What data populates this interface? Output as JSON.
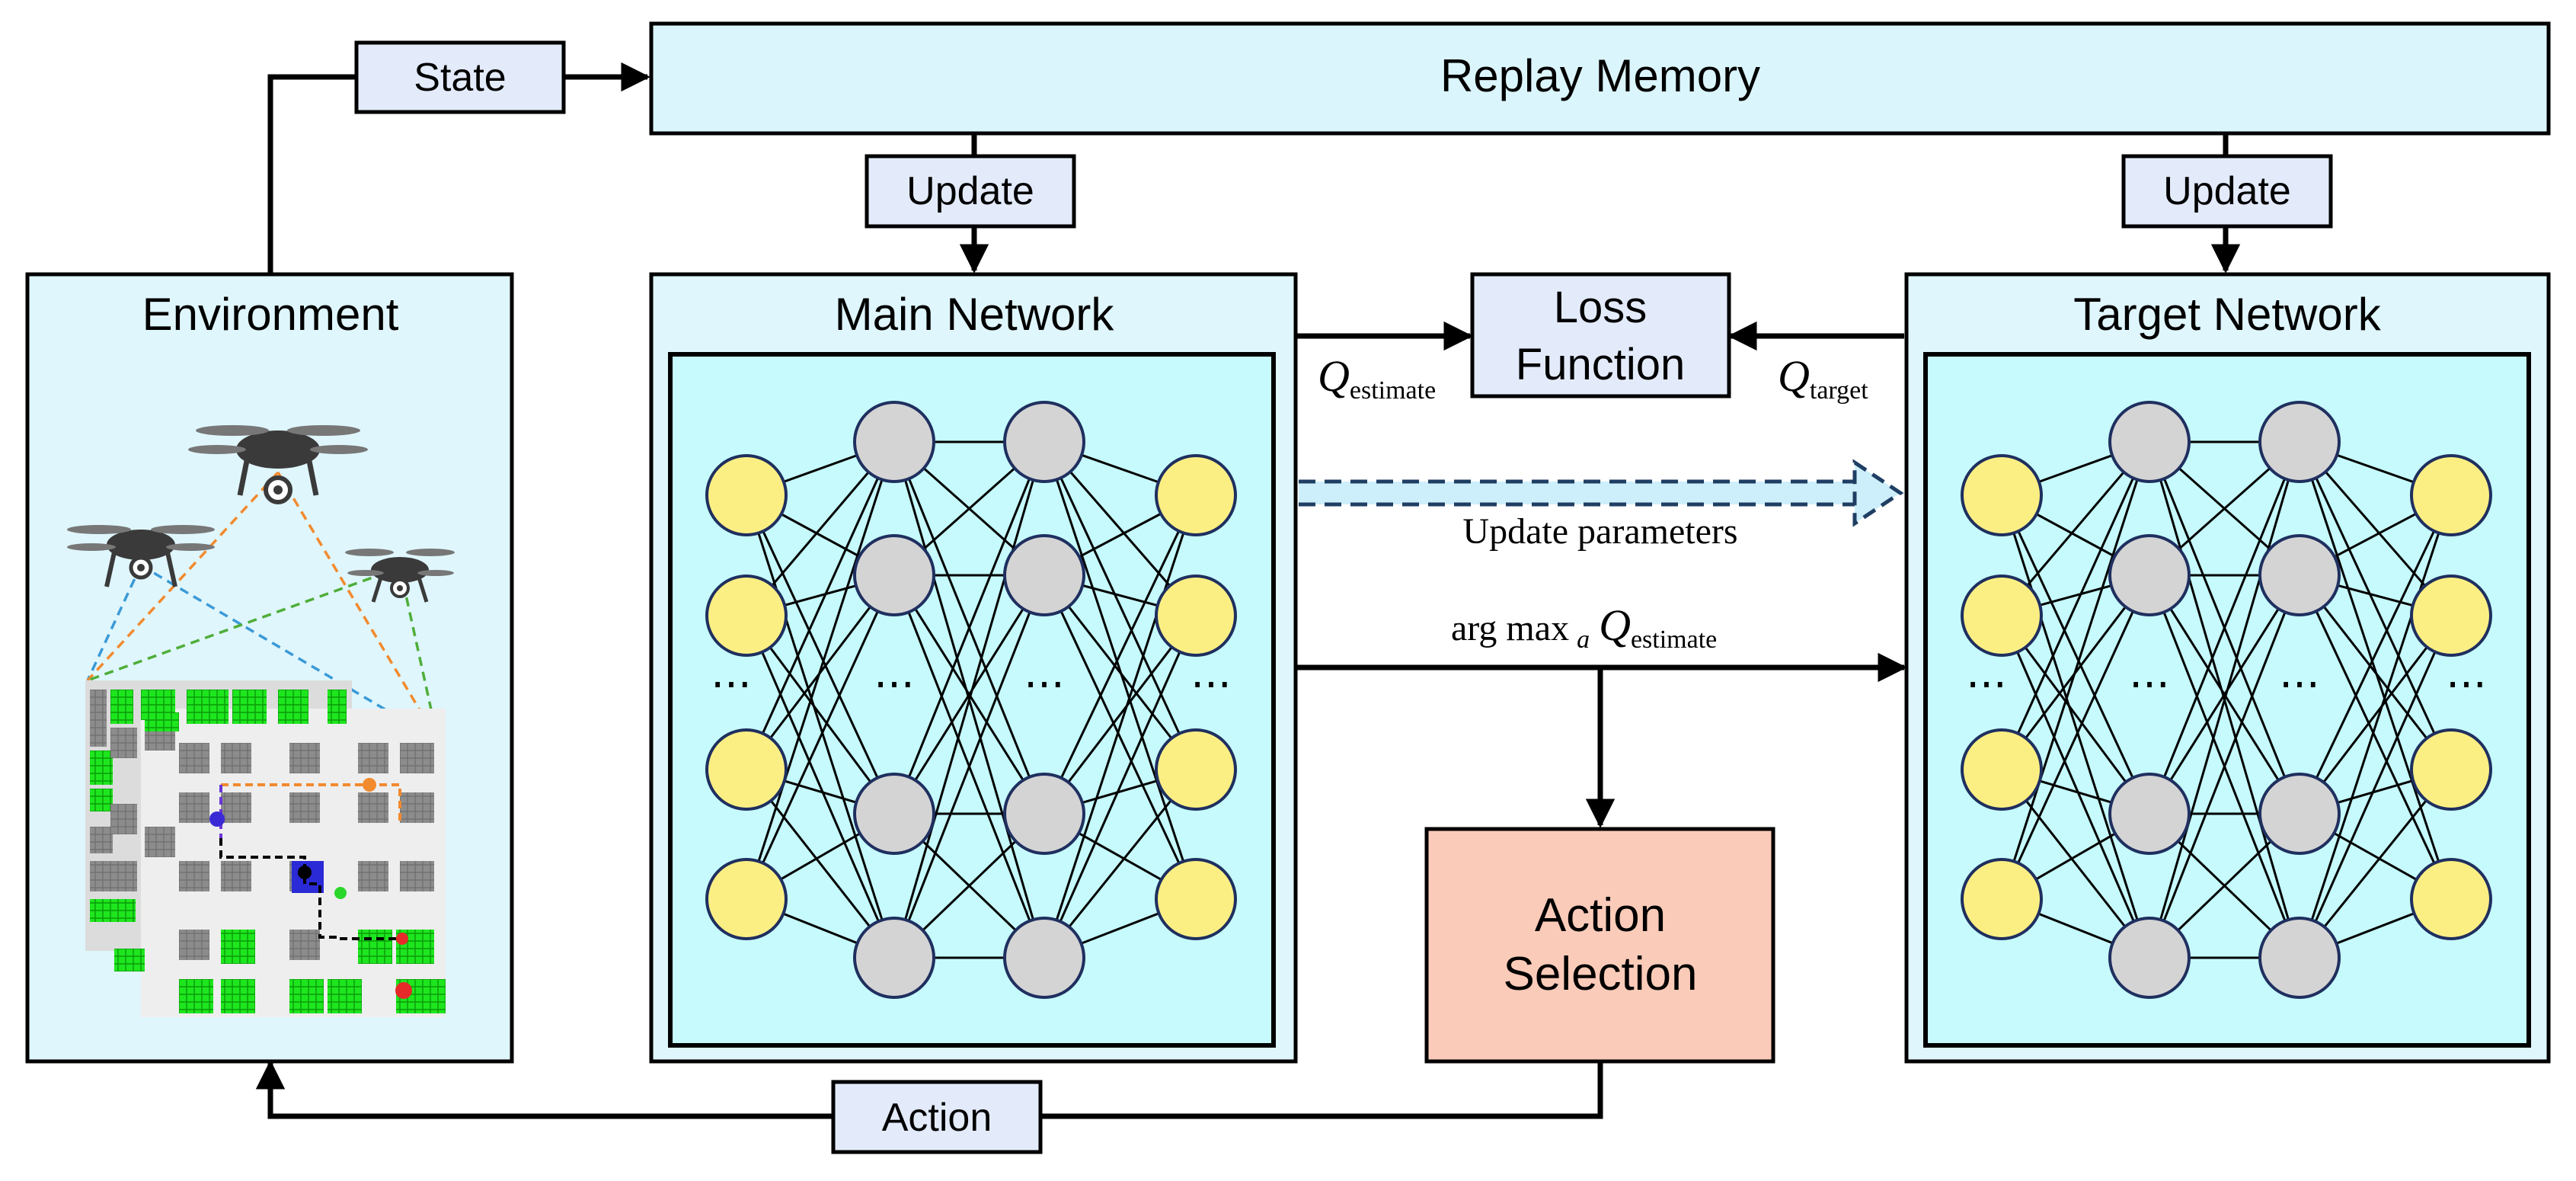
{
  "labels": {
    "state": "State",
    "replay_memory": "Replay Memory",
    "update_left": "Update",
    "update_right": "Update",
    "environment": "Environment",
    "main_network": "Main Network",
    "target_network": "Target Network",
    "loss_line1": "Loss",
    "loss_line2": "Function",
    "q_estimate_symbol": "Q",
    "q_estimate_sub": "estimate",
    "q_target_symbol": "Q",
    "q_target_sub": "target",
    "update_parameters": "Update parameters",
    "argmax_prefix": "arg max",
    "argmax_sub_a": "a",
    "argmax_q": "Q",
    "argmax_q_sub": "estimate",
    "action_sel_line1": "Action",
    "action_sel_line2": "Selection",
    "action": "Action",
    "ellipsis": "···"
  },
  "colors": {
    "label_box": "#e3ebfb",
    "replay_fill": "#dbf5fc",
    "panel_fill": "#dff6fc",
    "inner_fill": "#c6fafc",
    "neuron_io": "#fbef84",
    "neuron_hidden": "#d4d4d4",
    "action_selection": "#fbcbb9",
    "dashed_arrow": "#1f3e63",
    "grid_green": "#1ee61e",
    "grid_gray": "#8c8c8c",
    "grid_bg": "#eeeeee",
    "drone_body": "#3a3a3a",
    "link_blue": "#3b9ad6",
    "link_orange": "#f28a2e",
    "link_green": "#4fae3a"
  }
}
